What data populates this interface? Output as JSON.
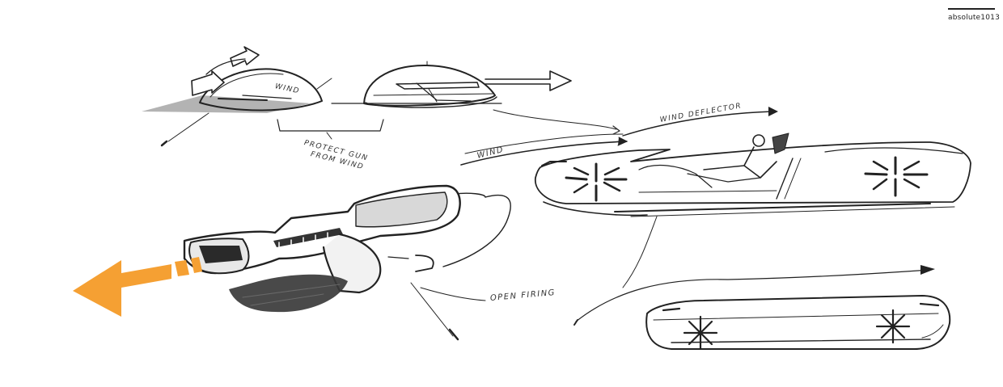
{
  "brand": {
    "label": "absolute1013"
  },
  "annotations": {
    "wind_on_pod": "WIND",
    "protect_line1": "PROTECT GUN",
    "protect_line2": "FROM WIND",
    "wind_left": "WIND",
    "wind_deflector": "WIND DEFLECTOR",
    "open_firing": "OPEN FIRING"
  },
  "colors": {
    "ink": "#222222",
    "shade": "#3a3a3a",
    "accent_arrow": "#f5a033",
    "background": "#ffffff"
  }
}
